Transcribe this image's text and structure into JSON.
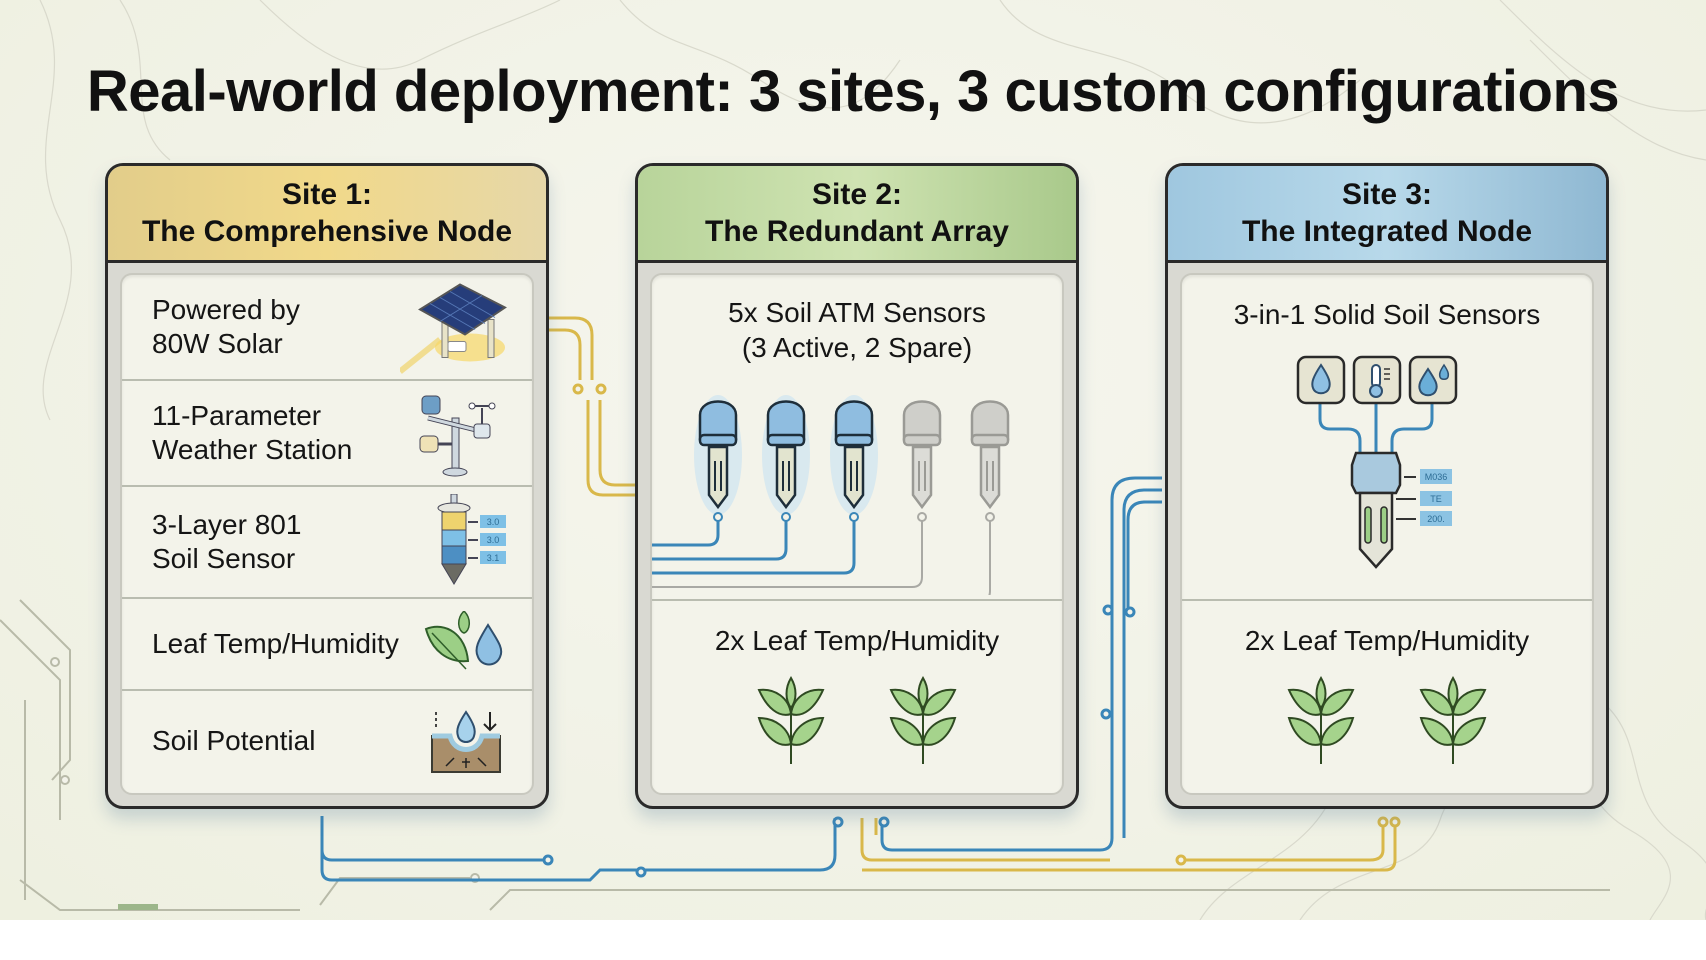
{
  "title": "Real-world deployment: 3 sites, 3 custom configurations",
  "sites": [
    {
      "header_line1": "Site 1:",
      "header_line2": "The Comprehensive Node",
      "accent": "#f1d98a",
      "items": [
        {
          "label_line1": "Powered by",
          "label_line2": "80W Solar",
          "icon": "solar-panel-icon"
        },
        {
          "label_line1": "11-Parameter",
          "label_line2": "Weather Station",
          "icon": "weather-station-icon"
        },
        {
          "label_line1": "3-Layer 801",
          "label_line2": "Soil Sensor",
          "icon": "layered-soil-probe-icon",
          "tags": [
            "3.0",
            "3.0",
            "3.1"
          ]
        },
        {
          "label_line1": "Leaf Temp/Humidity",
          "label_line2": "",
          "icon": "leaf-droplet-icon"
        },
        {
          "label_line1": "Soil Potential",
          "label_line2": "",
          "icon": "soil-potential-icon"
        }
      ]
    },
    {
      "header_line1": "Site 2:",
      "header_line2": "The Redundant Array",
      "accent": "#cfe3b2",
      "sections": [
        {
          "label_line1": "5x Soil ATM Sensors",
          "label_line2": "(3 Active, 2 Spare)",
          "icon": "soil-probe-array-icon",
          "sensors_total": 5,
          "sensors_active": 3
        },
        {
          "label_line1": "2x Leaf Temp/Humidity",
          "icon": "plant-icon",
          "count": 2
        }
      ]
    },
    {
      "header_line1": "Site 3:",
      "header_line2": "The Integrated Node",
      "accent": "#b8d9ea",
      "sections": [
        {
          "label_line1": "3-in-1 Solid Soil Sensors",
          "icon": "three-in-one-probe-icon",
          "sub_icons": [
            "moisture-drop-icon",
            "thermometer-icon",
            "ec-drops-icon"
          ],
          "tags": [
            "M036",
            "TE",
            "200."
          ]
        },
        {
          "label_line1": "2x Leaf Temp/Humidity",
          "icon": "plant-icon",
          "count": 2
        }
      ]
    }
  ],
  "colors": {
    "wire_blue": "#3a86b8",
    "wire_gold": "#d9b84a",
    "inactive_gray": "#a9a9a4"
  }
}
